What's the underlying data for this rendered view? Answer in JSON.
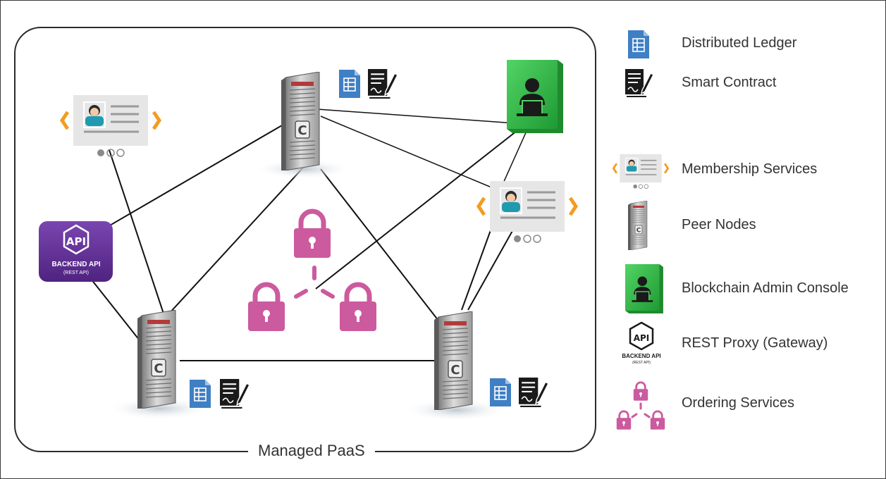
{
  "container_label": "Managed PaaS",
  "api_badge": {
    "line1": "API",
    "line2": "BACKEND API",
    "line3": "(REST API)"
  },
  "legend": [
    {
      "icon": "ledger-icon",
      "label": "Distributed Ledger"
    },
    {
      "icon": "smart-contract-icon",
      "label": "Smart Contract"
    },
    {
      "icon": "membership-icon",
      "label": "Membership Services"
    },
    {
      "icon": "peer-node-icon",
      "label": "Peer Nodes"
    },
    {
      "icon": "admin-console-icon",
      "label": "Blockchain Admin Console"
    },
    {
      "icon": "rest-api-icon",
      "label": "REST Proxy (Gateway)"
    },
    {
      "icon": "ordering-icon",
      "label": "Ordering Services"
    }
  ],
  "colors": {
    "ledger_blue": "#3f7fc4",
    "orange_arrow": "#f39c1f",
    "lock_pink": "#cc5a9e",
    "api_purple": "#5e2d91",
    "console_green": "#34b84a"
  }
}
